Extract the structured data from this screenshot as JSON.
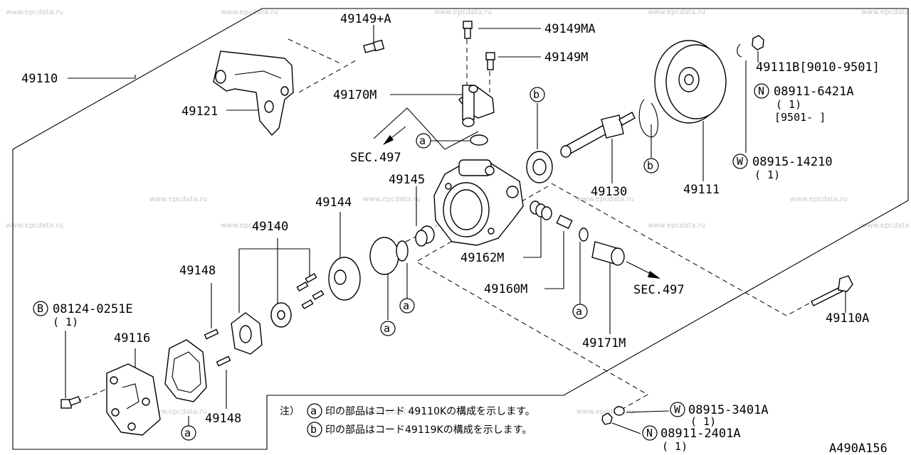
{
  "diagram_id": "A490A156",
  "watermark_text": "www.epcdata.ru",
  "labels": {
    "p49110": "49110",
    "p49149A": "49149+A",
    "p49149MA": "49149MA",
    "p49149M": "49149M",
    "p49121": "49121",
    "p49170M": "49170M",
    "sec497_top": "SEC.497",
    "p49145": "49145",
    "p49144": "49144",
    "p49140": "49140",
    "p49148a": "49148",
    "p49148b": "49148",
    "p49116": "49116",
    "p49162M": "49162M",
    "p49160M": "49160M",
    "sec497_mid": "SEC.497",
    "p49171M": "49171M",
    "p49130": "49130",
    "p49111": "49111",
    "p49111B": "49111B[9010-9501]",
    "n08911_6421A": "08911-6421A",
    "n08911_6421A_qty": "( 1)",
    "n08911_6421A_range": "[9501-     ]",
    "w08915_14210": "08915-14210",
    "w08915_14210_qty": "( 1)",
    "b08124_0251E": "08124-0251E",
    "b08124_0251E_qty": "( 1)",
    "p49110A": "49110A",
    "w08915_3401A": "08915-3401A",
    "w08915_3401A_qty": "( 1)",
    "n08911_2401A": "08911-2401A",
    "n08911_2401A_qty": "( 1)"
  },
  "markers": {
    "a": "a",
    "b": "b",
    "N": "N",
    "W": "W",
    "B": "B"
  },
  "notes": {
    "prefix": "注）",
    "line1": "印の部品はコード 49110Kの構成を示します。",
    "line2": "印の部品はコード49119Kの構成を示します。"
  }
}
